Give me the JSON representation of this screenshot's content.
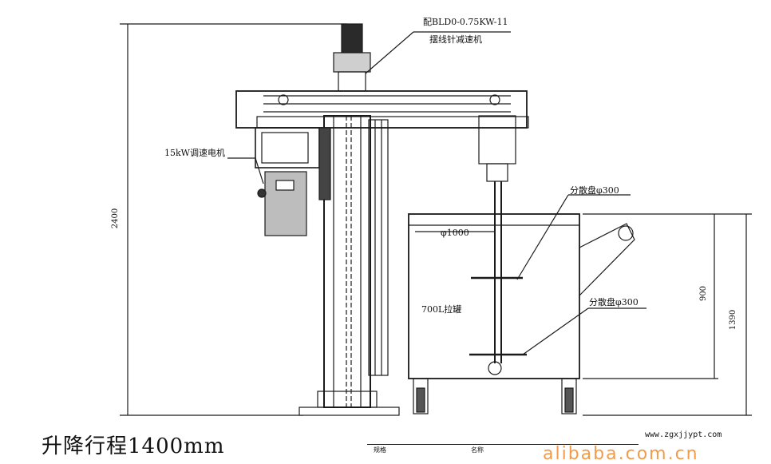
{
  "labels": {
    "reducer_line1": "配BLD0-0.75KW-11",
    "reducer_line2": "摆线针减速机",
    "motor": "15kW调速电机",
    "disc_upper": "分散盘φ300",
    "disc_lower": "分散盘φ300",
    "tank_diameter": "φ1000",
    "tank_name": "700L拉罐",
    "height_total": "2400",
    "dim_900": "900",
    "dim_1390": "1390",
    "lift_stroke": "升降行程1400mm",
    "website": "www.zgxjjypt.com",
    "watermark": "alibaba.com.cn",
    "table_cells": [
      "规格",
      "",
      "名称",
      ""
    ]
  },
  "colors": {
    "line": "#1a1a1a",
    "watermark": "#f08a2b",
    "paper": "#ffffff"
  }
}
